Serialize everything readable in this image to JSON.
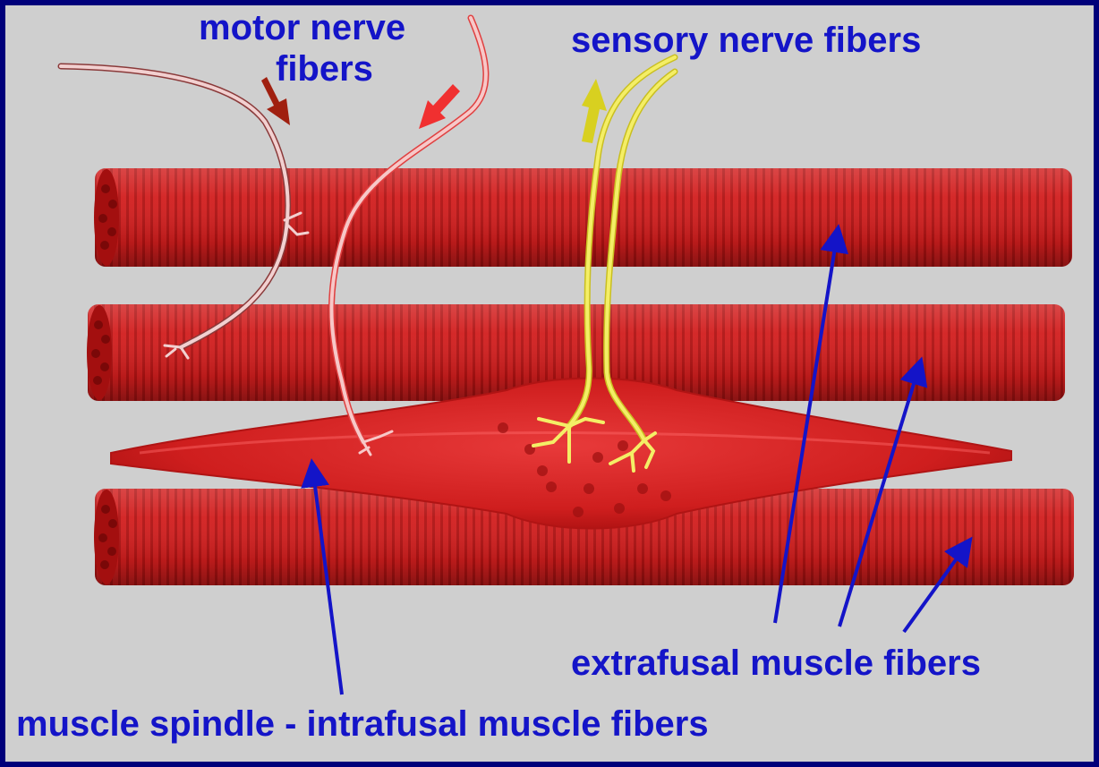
{
  "labels": {
    "motor_nerve_line1": "motor nerve",
    "motor_nerve_line2": "fibers",
    "sensory_nerve": "sensory nerve fibers",
    "extrafusal": "extrafusal muscle fibers",
    "spindle": "muscle spindle - intrafusal muscle fibers"
  },
  "colors": {
    "background": "#cfcfcf",
    "border": "#00007a",
    "label_text": "#1414c8",
    "muscle_fiber": "#d42020",
    "motor_nerve": "#f2c8c8",
    "motor_arrow_dark": "#a02010",
    "motor_arrow_light": "#f03030",
    "sensory_nerve": "#f2ec60",
    "sensory_arrow": "#d8d020",
    "pointer_arrow": "#1414c8"
  },
  "icons": {
    "motor_arrows": "arrow-down-icon",
    "sensory_arrow": "arrow-up-icon",
    "pointer_arrows": "arrow-up-icon"
  }
}
